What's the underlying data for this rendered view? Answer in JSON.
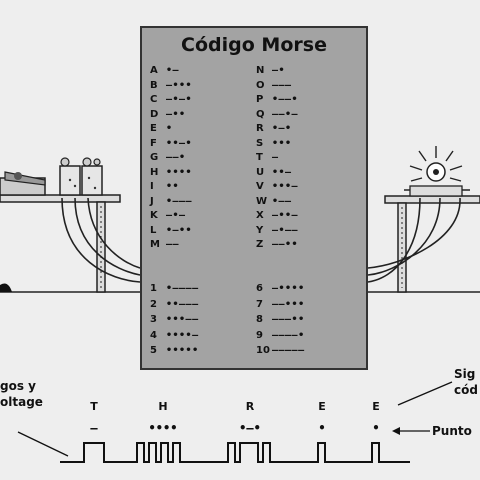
{
  "board": {
    "title": "Código Morse",
    "letters": [
      {
        "label": "A",
        "code": "•—"
      },
      {
        "label": "B",
        "code": "—•••"
      },
      {
        "label": "C",
        "code": "—•—•"
      },
      {
        "label": "D",
        "code": "—••"
      },
      {
        "label": "E",
        "code": "•"
      },
      {
        "label": "F",
        "code": "••—•"
      },
      {
        "label": "G",
        "code": "——•"
      },
      {
        "label": "H",
        "code": "••••"
      },
      {
        "label": "I",
        "code": "••"
      },
      {
        "label": "J",
        "code": "•———"
      },
      {
        "label": "K",
        "code": "—•—"
      },
      {
        "label": "L",
        "code": "•—••"
      },
      {
        "label": "M",
        "code": "——"
      },
      {
        "label": "N",
        "code": "—•"
      },
      {
        "label": "O",
        "code": "———"
      },
      {
        "label": "P",
        "code": "•——•"
      },
      {
        "label": "Q",
        "code": "——•—"
      },
      {
        "label": "R",
        "code": "•—•"
      },
      {
        "label": "S",
        "code": "•••"
      },
      {
        "label": "T",
        "code": "—"
      },
      {
        "label": "U",
        "code": "••—"
      },
      {
        "label": "V",
        "code": "•••—"
      },
      {
        "label": "W",
        "code": "•——"
      },
      {
        "label": "X",
        "code": "—••—"
      },
      {
        "label": "Y",
        "code": "—•——"
      },
      {
        "label": "Z",
        "code": "——••"
      }
    ],
    "numbers": [
      {
        "label": "1",
        "code": "•————"
      },
      {
        "label": "2",
        "code": "••———"
      },
      {
        "label": "3",
        "code": "•••——"
      },
      {
        "label": "4",
        "code": "••••—"
      },
      {
        "label": "5",
        "code": "•••••"
      },
      {
        "label": "6",
        "code": "—••••"
      },
      {
        "label": "7",
        "code": "——•••"
      },
      {
        "label": "8",
        "code": "———••"
      },
      {
        "label": "9",
        "code": "————•"
      },
      {
        "label": "10",
        "code": "—————"
      }
    ]
  },
  "waveform": {
    "letters": [
      {
        "label": "T",
        "code": "—"
      },
      {
        "label": "H",
        "code": "••••"
      },
      {
        "label": "R",
        "code": "•—•"
      },
      {
        "label": "E",
        "code": "•"
      },
      {
        "label": "E",
        "code": "•"
      }
    ]
  },
  "labels": {
    "left": "gos y\noltage",
    "right_top": "Sig\ncód",
    "right_bottom": "Punto"
  }
}
